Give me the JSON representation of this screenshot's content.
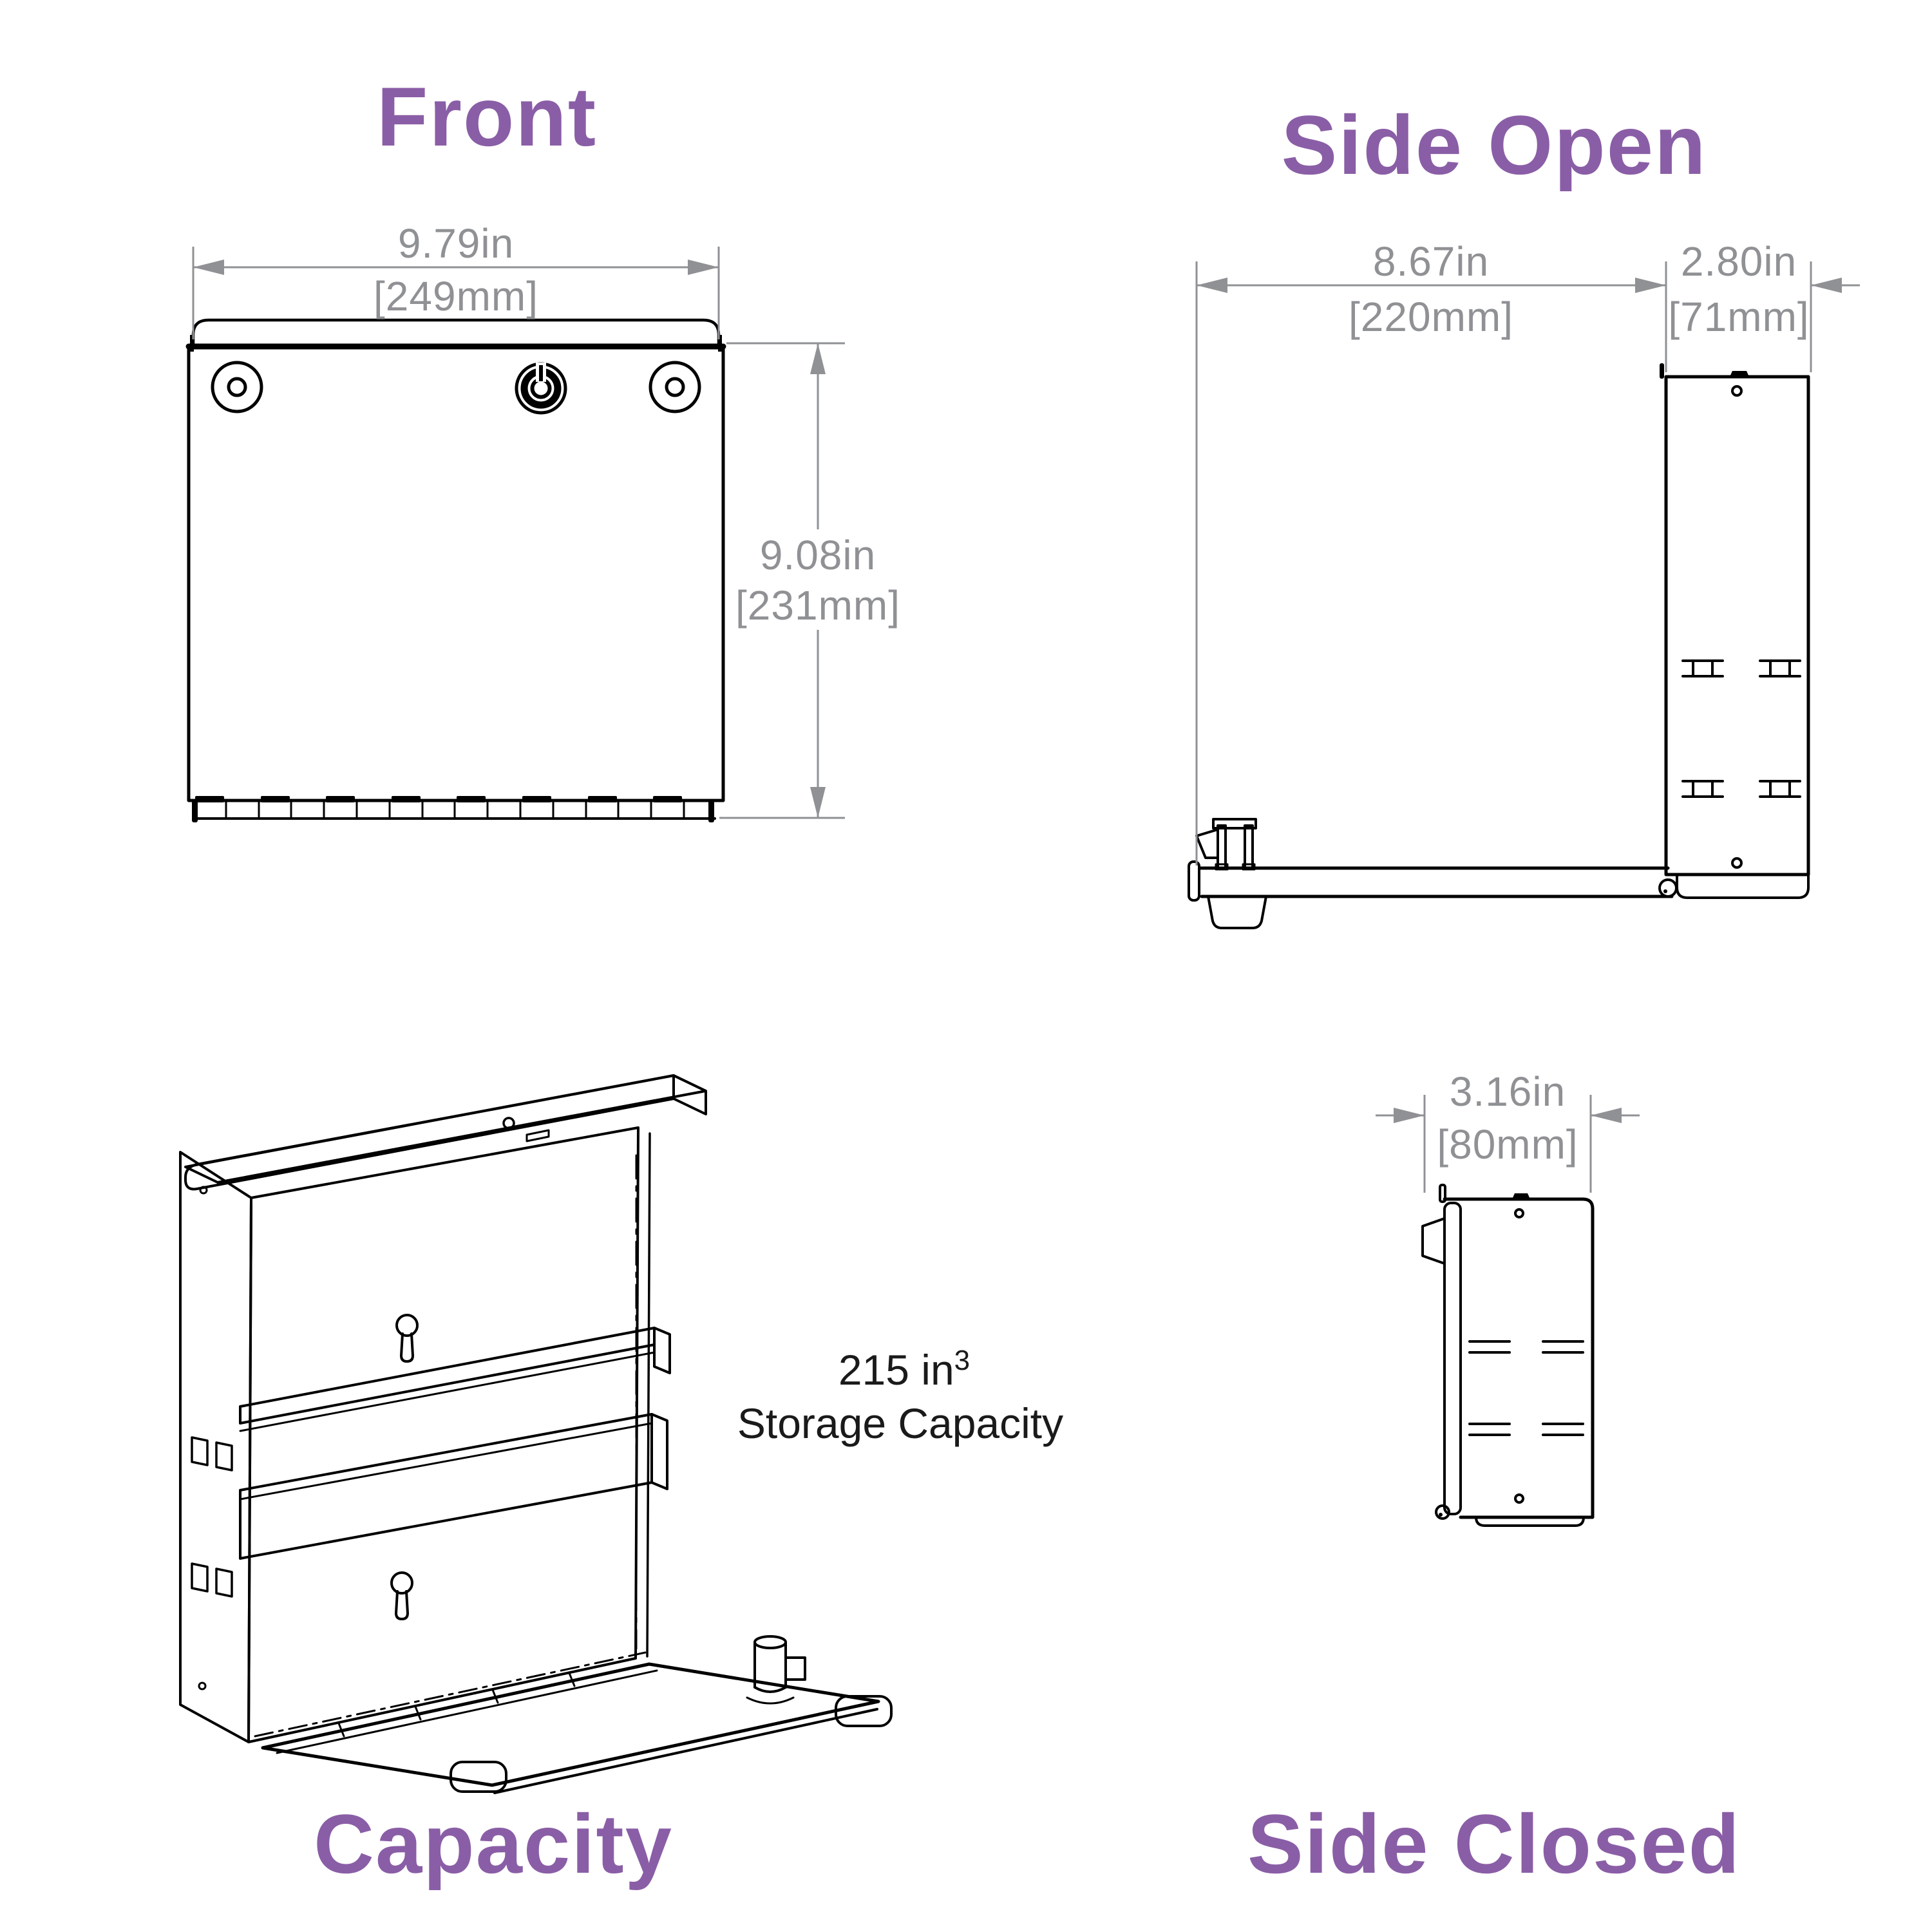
{
  "colors": {
    "background": "#ffffff",
    "line_black": "#000000",
    "dimension_gray": "#8f9194",
    "title_purple": "#8a5ea6"
  },
  "views": {
    "front": {
      "title": "Front",
      "width_in": "9.79in",
      "width_mm": "[249mm]",
      "height_in": "9.08in",
      "height_mm": "[231mm]"
    },
    "side_open": {
      "title": "Side Open",
      "length_in": "8.67in",
      "length_mm": "[220mm]",
      "depth_in": "2.80in",
      "depth_mm": "[71mm]"
    },
    "capacity": {
      "title": "Capacity",
      "volume_value": "215 in",
      "volume_exponent": "3",
      "volume_label": "Storage Capacity"
    },
    "side_closed": {
      "title": "Side Closed",
      "depth_in": "3.16in",
      "depth_mm": "[80mm]"
    }
  }
}
